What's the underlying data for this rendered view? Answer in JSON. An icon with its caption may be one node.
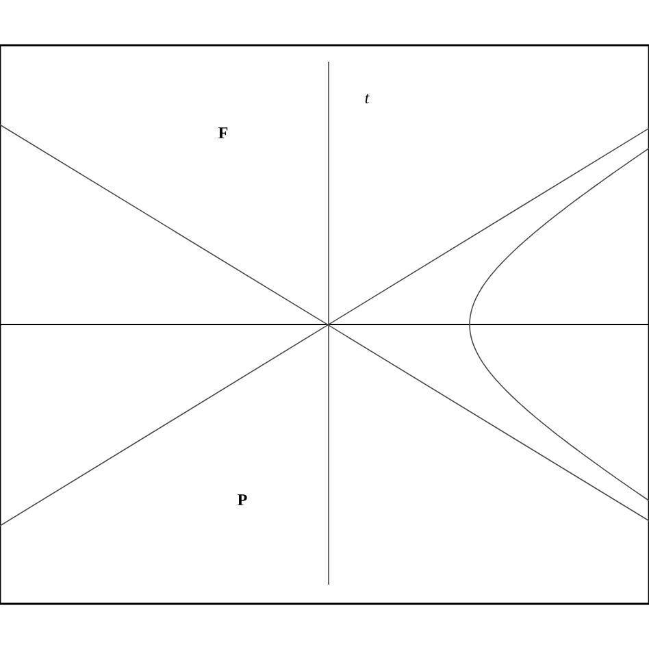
{
  "diagram": {
    "labels": [
      "F",
      "t",
      "P"
    ]
  }
}
